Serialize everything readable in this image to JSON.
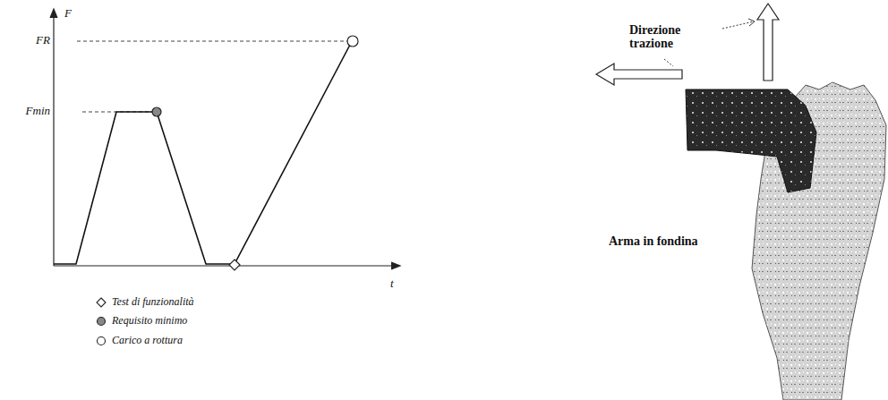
{
  "diagram": {
    "labels": [
      "F",
      "FR",
      "Fmin",
      "t",
      "Direzione trazione",
      "Arma in fondina"
    ],
    "legend": [
      {
        "text": "Test di funzionalità"
      },
      {
        "text": "Requisito minimo"
      },
      {
        "text": "Carico a rottura"
      }
    ]
  }
}
